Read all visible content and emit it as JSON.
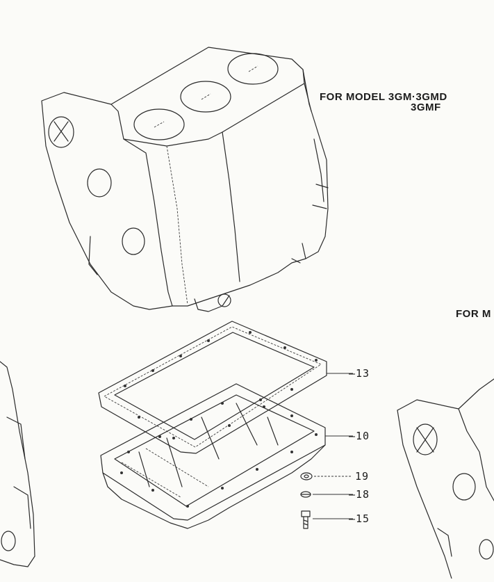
{
  "labels": {
    "model_main_line1": "FOR MODEL 3GM·3GMD",
    "model_main_line2": "3GMF",
    "model_other": "FOR M"
  },
  "parts": [
    {
      "id": "gasket",
      "number": "—13"
    },
    {
      "id": "oil-pan",
      "number": "—10"
    },
    {
      "id": "washer",
      "number": "19"
    },
    {
      "id": "lock-washer",
      "number": "—18"
    },
    {
      "id": "bolt",
      "number": "—15"
    }
  ]
}
